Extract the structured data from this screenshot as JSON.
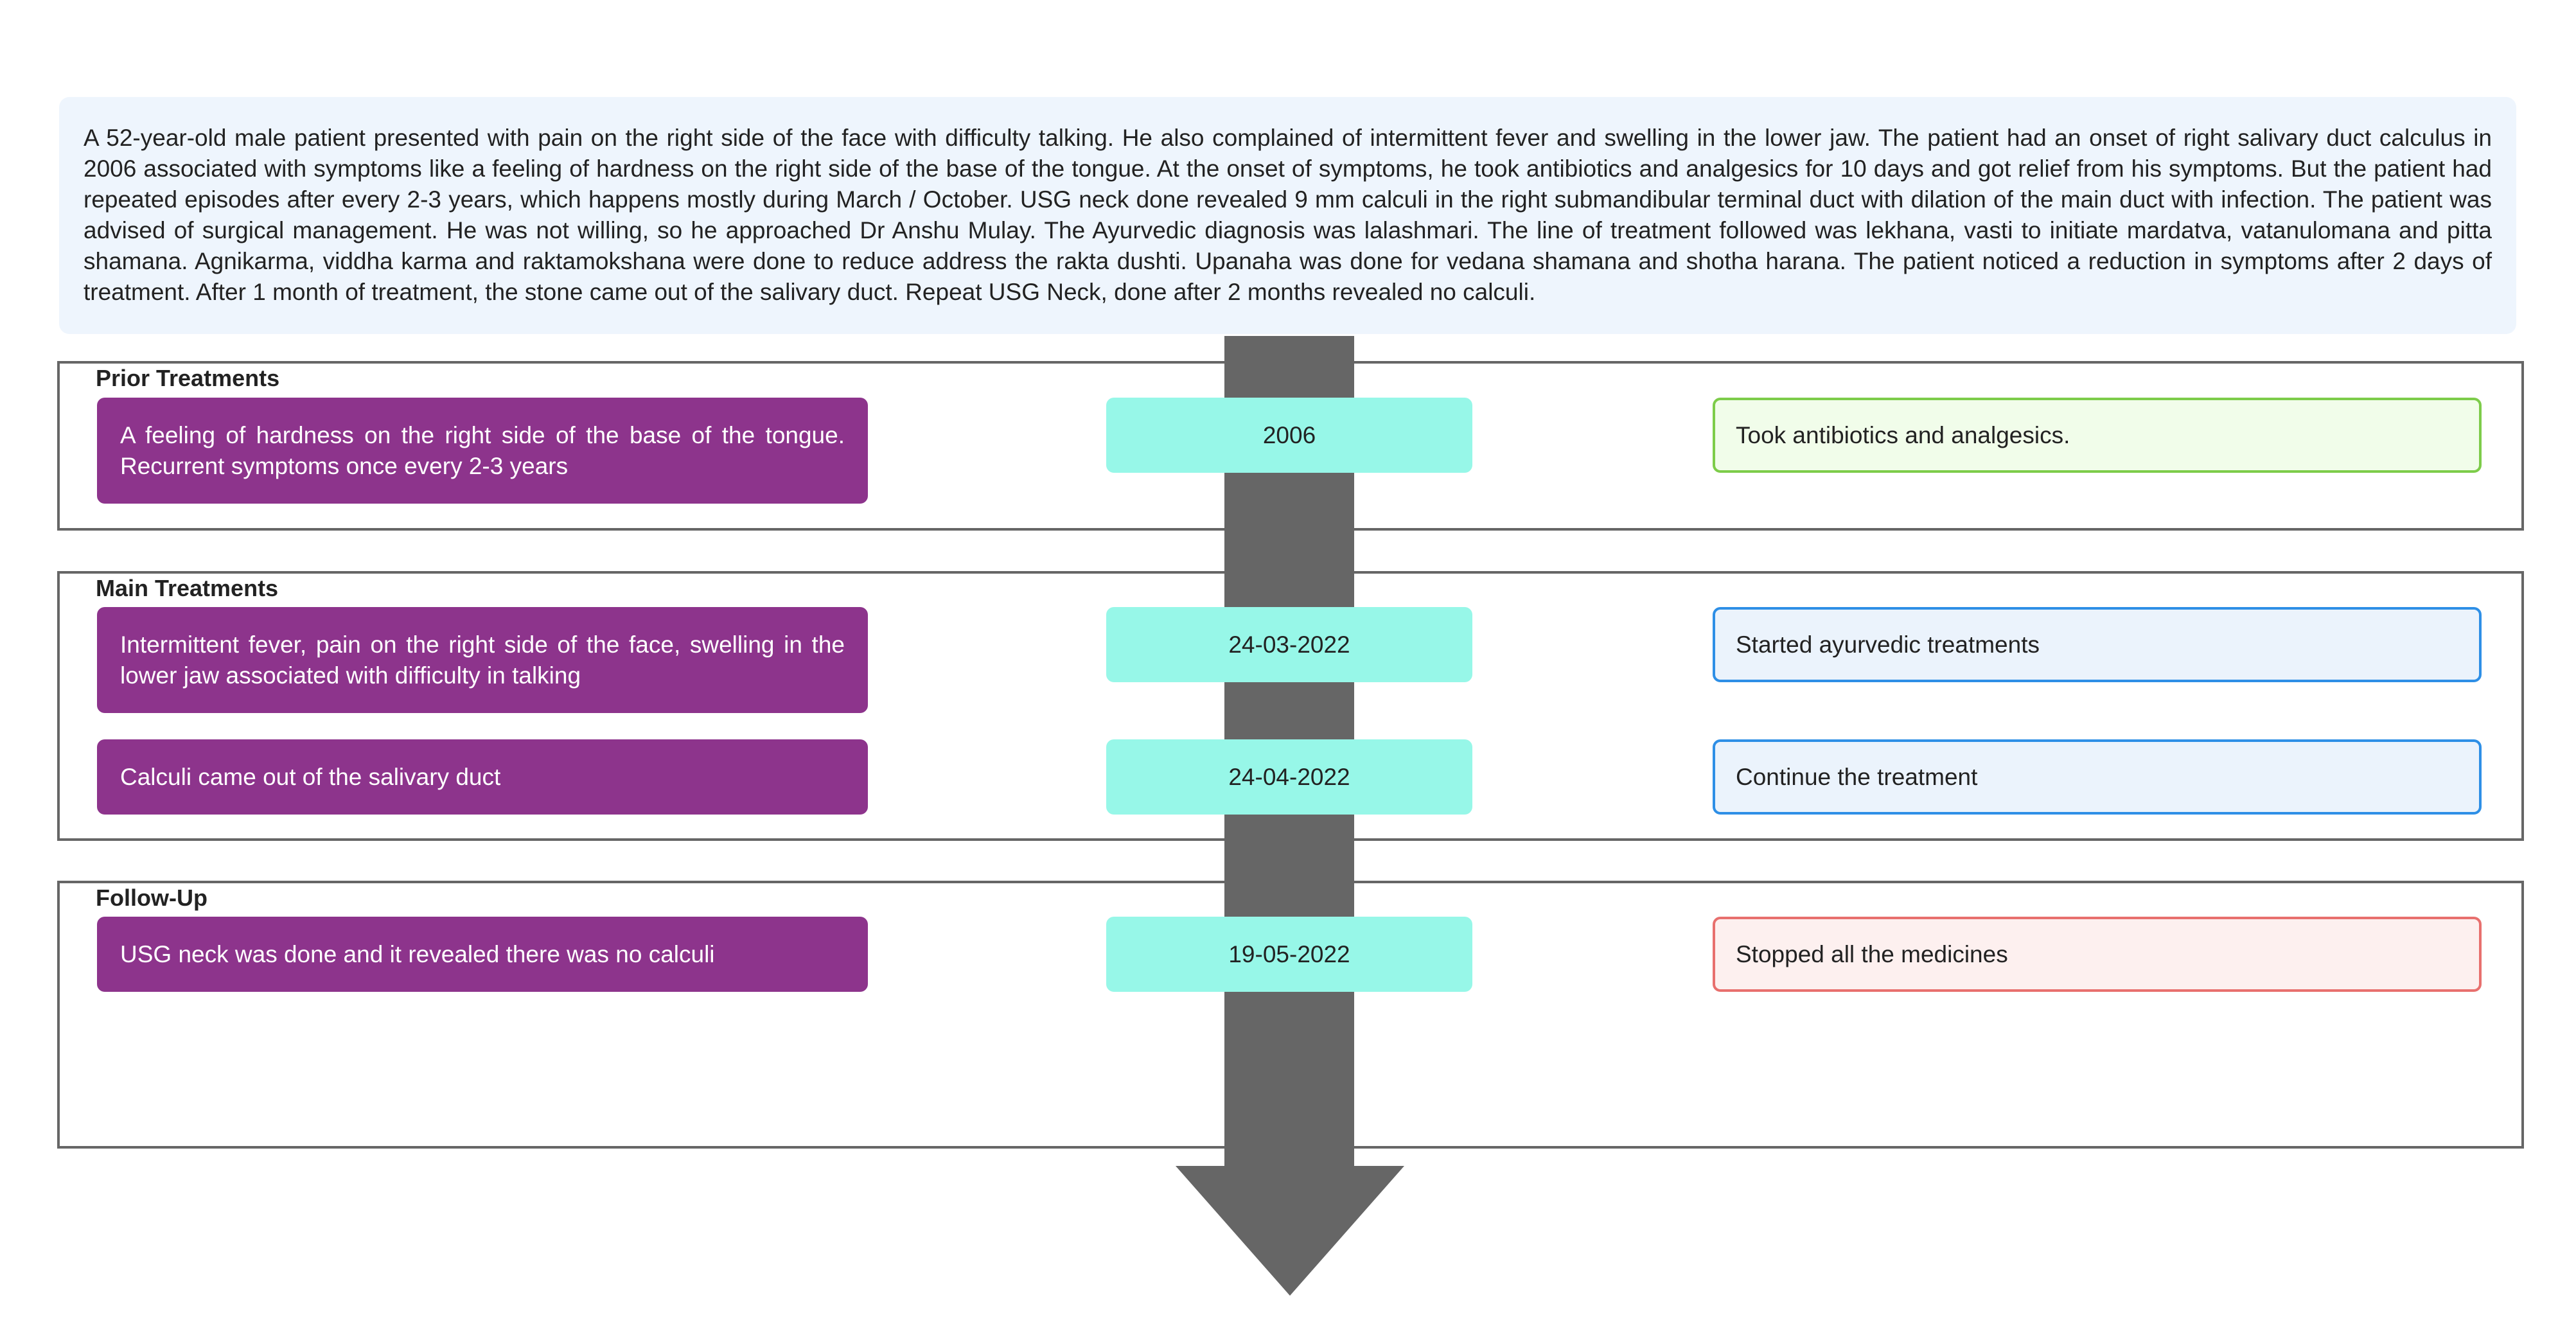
{
  "summary": "A 52-year-old male patient presented with pain on the right side of the face with difficulty talking. He also complained of intermittent fever and swelling in the lower jaw. The patient had an onset of right salivary duct calculus in 2006 associated with symptoms like a feeling of hardness on the right side of the base of the tongue. At the onset of symptoms, he took antibiotics and analgesics for 10 days and got relief from his symptoms. But the patient had repeated episodes after every 2-3 years, which happens mostly during March / October. USG neck done revealed 9 mm calculi in the right submandibular terminal duct with dilation of the main duct with infection. The patient was advised of surgical management. He was not willing, so he approached Dr Anshu Mulay. The Ayurvedic diagnosis was lalashmari. The line of treatment followed was lekhana, vasti to initiate mardatva, vatanulomana and pitta shamana. Agnikarma, viddha karma and raktamokshana were done to reduce address the rakta dushti. Upanaha was done for vedana shamana and shotha harana. The patient noticed a reduction in symptoms after 2 days of treatment. After 1 month of treatment, the stone came out of the salivary duct. Repeat USG Neck, done after 2 months revealed no calculi.",
  "colors": {
    "event_fill": "#8d348c",
    "date_fill": "#97f7e8",
    "axis": "#666666",
    "prior_border": "#7dcc4a",
    "prior_fill": "#f1fdea",
    "main_border": "#2e8fe6",
    "main_fill": "#ebf3fc",
    "followup_border": "#e8706e",
    "followup_fill": "#fdf0ef"
  },
  "sections": [
    {
      "title": "Prior Treatments",
      "rows": [
        {
          "event": "A feeling of hardness on the right side of the base of the tongue. Recurrent symptoms once every 2-3 years",
          "date": "2006",
          "action": "Took antibiotics and analgesics."
        }
      ]
    },
    {
      "title": "Main Treatments",
      "rows": [
        {
          "event": "Intermittent fever, pain on the right side of the face, swelling in the lower jaw associated with difficulty in talking",
          "date": "24-03-2022",
          "action": "Started ayurvedic treatments"
        },
        {
          "event": "Calculi came out of the salivary duct",
          "date": "24-04-2022",
          "action": "Continue the treatment"
        }
      ]
    },
    {
      "title": "Follow-Up",
      "rows": [
        {
          "event": "USG neck was done and it revealed there was no calculi",
          "date": "19-05-2022",
          "action": "Stopped all the medicines"
        }
      ]
    }
  ]
}
